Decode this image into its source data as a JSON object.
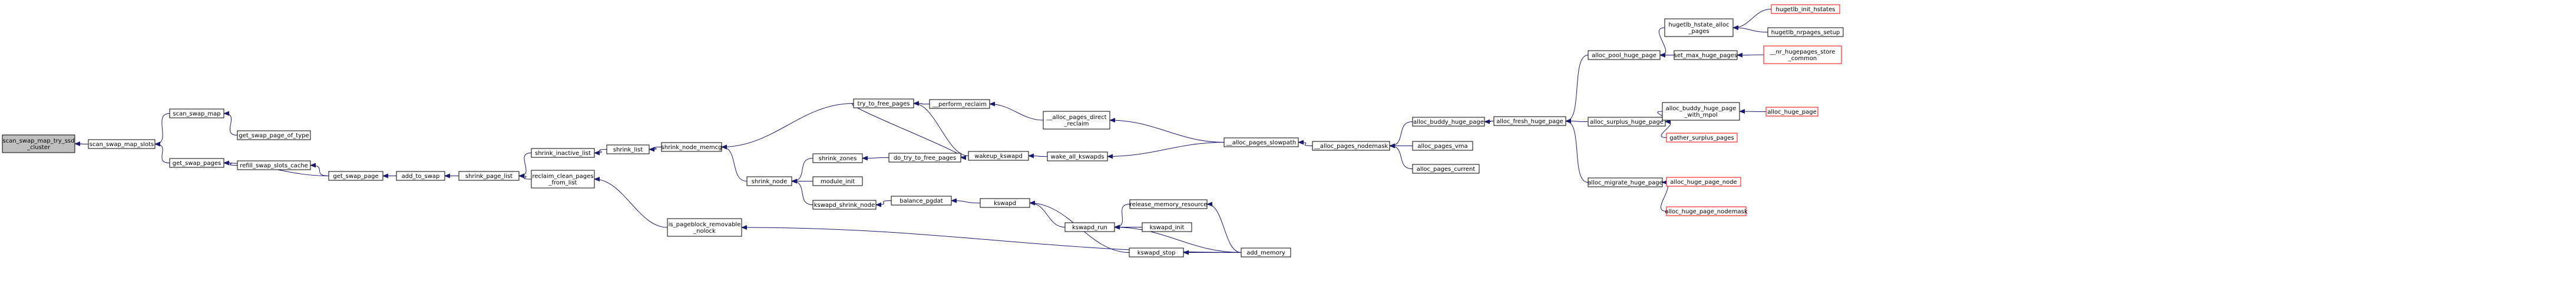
{
  "colors": {
    "edge": "#191970",
    "node_fill": "#ffffff",
    "node_stroke": "#000000",
    "node_stroke_truncated": "#ff0000",
    "root_fill": "#bfbfbf"
  },
  "nodes": [
    {
      "id": "n_scan_swap_map_try_ssd_cluster",
      "label": "scan_swap_map_try_ssd\n_cluster",
      "root": true
    },
    {
      "id": "n_scan_swap_map_slots",
      "label": "scan_swap_map_slots"
    },
    {
      "id": "n_scan_swap_map",
      "label": "scan_swap_map"
    },
    {
      "id": "n_get_swap_page_of_type",
      "label": "get_swap_page_of_type"
    },
    {
      "id": "n_get_swap_pages",
      "label": "get_swap_pages"
    },
    {
      "id": "n_refill_swap_slots_cache",
      "label": "refill_swap_slots_cache"
    },
    {
      "id": "n_get_swap_page",
      "label": "get_swap_page"
    },
    {
      "id": "n_add_to_swap",
      "label": "add_to_swap"
    },
    {
      "id": "n_shrink_page_list",
      "label": "shrink_page_list"
    },
    {
      "id": "n_shrink_inactive_list",
      "label": "shrink_inactive_list"
    },
    {
      "id": "n_reclaim_clean_pages_from_list",
      "label": "reclaim_clean_pages\n_from_list"
    },
    {
      "id": "n_shrink_list",
      "label": "shrink_list"
    },
    {
      "id": "n_shrink_node_memcg",
      "label": "shrink_node_memcg"
    },
    {
      "id": "n_is_pageblock_removable_nolock",
      "label": "is_pageblock_removable\n_nolock"
    },
    {
      "id": "n_try_to_free_pages",
      "label": "try_to_free_pages"
    },
    {
      "id": "n_shrink_node",
      "label": "shrink_node"
    },
    {
      "id": "n_shrink_zones",
      "label": "shrink_zones"
    },
    {
      "id": "n_module_init",
      "label": "module_init"
    },
    {
      "id": "n_kswapd_shrink_node",
      "label": "kswapd_shrink_node"
    },
    {
      "id": "n_do_try_to_free_pages",
      "label": "do_try_to_free_pages"
    },
    {
      "id": "n_balance_pgdat",
      "label": "balance_pgdat"
    },
    {
      "id": "n___perform_reclaim",
      "label": "__perform_reclaim"
    },
    {
      "id": "n_wakeup_kswapd",
      "label": "wakeup_kswapd"
    },
    {
      "id": "n_kswapd",
      "label": "kswapd"
    },
    {
      "id": "n___alloc_pages_direct_reclaim",
      "label": "__alloc_pages_direct\n_reclaim"
    },
    {
      "id": "n_wake_all_kswapds",
      "label": "wake_all_kswapds"
    },
    {
      "id": "n_kswapd_run",
      "label": "kswapd_run"
    },
    {
      "id": "n_kswapd_stop",
      "label": "kswapd_stop"
    },
    {
      "id": "n_release_memory_resource",
      "label": "release_memory_resource"
    },
    {
      "id": "n_kswapd_init",
      "label": "kswapd_init"
    },
    {
      "id": "n___alloc_pages_slowpath",
      "label": "__alloc_pages_slowpath"
    },
    {
      "id": "n_add_memory",
      "label": "add_memory"
    },
    {
      "id": "n___alloc_pages_nodemask",
      "label": "__alloc_pages_nodemask"
    },
    {
      "id": "n_alloc_buddy_huge_page",
      "label": "alloc_buddy_huge_page"
    },
    {
      "id": "n_alloc_pages_vma",
      "label": "alloc_pages_vma"
    },
    {
      "id": "n_alloc_pages_current",
      "label": "alloc_pages_current"
    },
    {
      "id": "n_alloc_fresh_huge_page",
      "label": "alloc_fresh_huge_page"
    },
    {
      "id": "n_alloc_pool_huge_page",
      "label": "alloc_pool_huge_page"
    },
    {
      "id": "n_alloc_surplus_huge_page",
      "label": "alloc_surplus_huge_page"
    },
    {
      "id": "n_alloc_migrate_huge_page",
      "label": "alloc_migrate_huge_page"
    },
    {
      "id": "n_hugetlb_hstate_alloc_pages",
      "label": "hugetlb_hstate_alloc\n_pages"
    },
    {
      "id": "n_set_max_huge_pages",
      "label": "set_max_huge_pages"
    },
    {
      "id": "n_alloc_buddy_huge_page_with_mpol",
      "label": "alloc_buddy_huge_page\n_with_mpol"
    },
    {
      "id": "n_gather_surplus_pages",
      "label": "gather_surplus_pages",
      "truncated": true
    },
    {
      "id": "n_alloc_huge_page_node",
      "label": "alloc_huge_page_node",
      "truncated": true
    },
    {
      "id": "n_alloc_huge_page_nodemask",
      "label": "alloc_huge_page_nodemask",
      "truncated": true
    },
    {
      "id": "n_hugetlb_init_hstates",
      "label": "hugetlb_init_hstates",
      "truncated": true
    },
    {
      "id": "n_hugetlb_nrpages_setup",
      "label": "hugetlb_nrpages_setup"
    },
    {
      "id": "n___nr_hugepages_store_common",
      "label": "__nr_hugepages_store\n_common",
      "truncated": true
    },
    {
      "id": "n_alloc_huge_page",
      "label": "alloc_huge_page",
      "truncated": true
    }
  ],
  "edges": [
    [
      "n_scan_swap_map_slots",
      "n_scan_swap_map_try_ssd_cluster"
    ],
    [
      "n_scan_swap_map",
      "n_scan_swap_map_slots"
    ],
    [
      "n_get_swap_pages",
      "n_scan_swap_map_slots"
    ],
    [
      "n_get_swap_page_of_type",
      "n_scan_swap_map"
    ],
    [
      "n_refill_swap_slots_cache",
      "n_get_swap_pages"
    ],
    [
      "n_get_swap_page",
      "n_get_swap_pages"
    ],
    [
      "n_get_swap_page",
      "n_refill_swap_slots_cache"
    ],
    [
      "n_add_to_swap",
      "n_get_swap_page"
    ],
    [
      "n_shrink_page_list",
      "n_add_to_swap"
    ],
    [
      "n_shrink_inactive_list",
      "n_shrink_page_list"
    ],
    [
      "n_reclaim_clean_pages_from_list",
      "n_shrink_page_list"
    ],
    [
      "n_shrink_list",
      "n_shrink_inactive_list"
    ],
    [
      "n_shrink_node_memcg",
      "n_shrink_list"
    ],
    [
      "n_is_pageblock_removable_nolock",
      "n_reclaim_clean_pages_from_list"
    ],
    [
      "n_try_to_free_pages",
      "n_shrink_node_memcg"
    ],
    [
      "n_shrink_node",
      "n_shrink_node_memcg"
    ],
    [
      "n_shrink_zones",
      "n_shrink_node"
    ],
    [
      "n_module_init",
      "n_shrink_node"
    ],
    [
      "n_kswapd_shrink_node",
      "n_shrink_node"
    ],
    [
      "n_do_try_to_free_pages",
      "n_shrink_zones"
    ],
    [
      "n_try_to_free_pages",
      "n_do_try_to_free_pages"
    ],
    [
      "n_balance_pgdat",
      "n_kswapd_shrink_node"
    ],
    [
      "n___perform_reclaim",
      "n_try_to_free_pages"
    ],
    [
      "n_wakeup_kswapd",
      "n_try_to_free_pages"
    ],
    [
      "n_kswapd",
      "n_balance_pgdat"
    ],
    [
      "n___alloc_pages_direct_reclaim",
      "n___perform_reclaim"
    ],
    [
      "n_wake_all_kswapds",
      "n_wakeup_kswapd"
    ],
    [
      "n_kswapd_run",
      "n_kswapd"
    ],
    [
      "n_kswapd_stop",
      "n_kswapd"
    ],
    [
      "n___alloc_pages_slowpath",
      "n___alloc_pages_direct_reclaim"
    ],
    [
      "n___alloc_pages_slowpath",
      "n_wake_all_kswapds"
    ],
    [
      "n_release_memory_resource",
      "n_kswapd_run"
    ],
    [
      "n_kswapd_init",
      "n_kswapd_run"
    ],
    [
      "n_add_memory",
      "n_kswapd_run"
    ],
    [
      "n_add_memory",
      "n_kswapd_stop"
    ],
    [
      "n_add_memory",
      "n_release_memory_resource"
    ],
    [
      "n_add_memory",
      "n_is_pageblock_removable_nolock"
    ],
    [
      "n___alloc_pages_nodemask",
      "n___alloc_pages_slowpath"
    ],
    [
      "n_alloc_buddy_huge_page",
      "n___alloc_pages_nodemask"
    ],
    [
      "n_alloc_pages_vma",
      "n___alloc_pages_nodemask"
    ],
    [
      "n_alloc_pages_current",
      "n___alloc_pages_nodemask"
    ],
    [
      "n_alloc_fresh_huge_page",
      "n_alloc_buddy_huge_page"
    ],
    [
      "n_alloc_pool_huge_page",
      "n_alloc_fresh_huge_page"
    ],
    [
      "n_alloc_surplus_huge_page",
      "n_alloc_fresh_huge_page"
    ],
    [
      "n_alloc_migrate_huge_page",
      "n_alloc_fresh_huge_page"
    ],
    [
      "n_hugetlb_hstate_alloc_pages",
      "n_alloc_pool_huge_page"
    ],
    [
      "n_set_max_huge_pages",
      "n_alloc_pool_huge_page"
    ],
    [
      "n_alloc_buddy_huge_page_with_mpol",
      "n_alloc_surplus_huge_page"
    ],
    [
      "n_gather_surplus_pages",
      "n_alloc_surplus_huge_page"
    ],
    [
      "n_alloc_huge_page_node",
      "n_alloc_migrate_huge_page"
    ],
    [
      "n_alloc_huge_page_nodemask",
      "n_alloc_migrate_huge_page"
    ],
    [
      "n_hugetlb_init_hstates",
      "n_hugetlb_hstate_alloc_pages"
    ],
    [
      "n_hugetlb_nrpages_setup",
      "n_hugetlb_hstate_alloc_pages"
    ],
    [
      "n___nr_hugepages_store_common",
      "n_set_max_huge_pages"
    ],
    [
      "n_alloc_huge_page",
      "n_alloc_buddy_huge_page_with_mpol"
    ]
  ]
}
